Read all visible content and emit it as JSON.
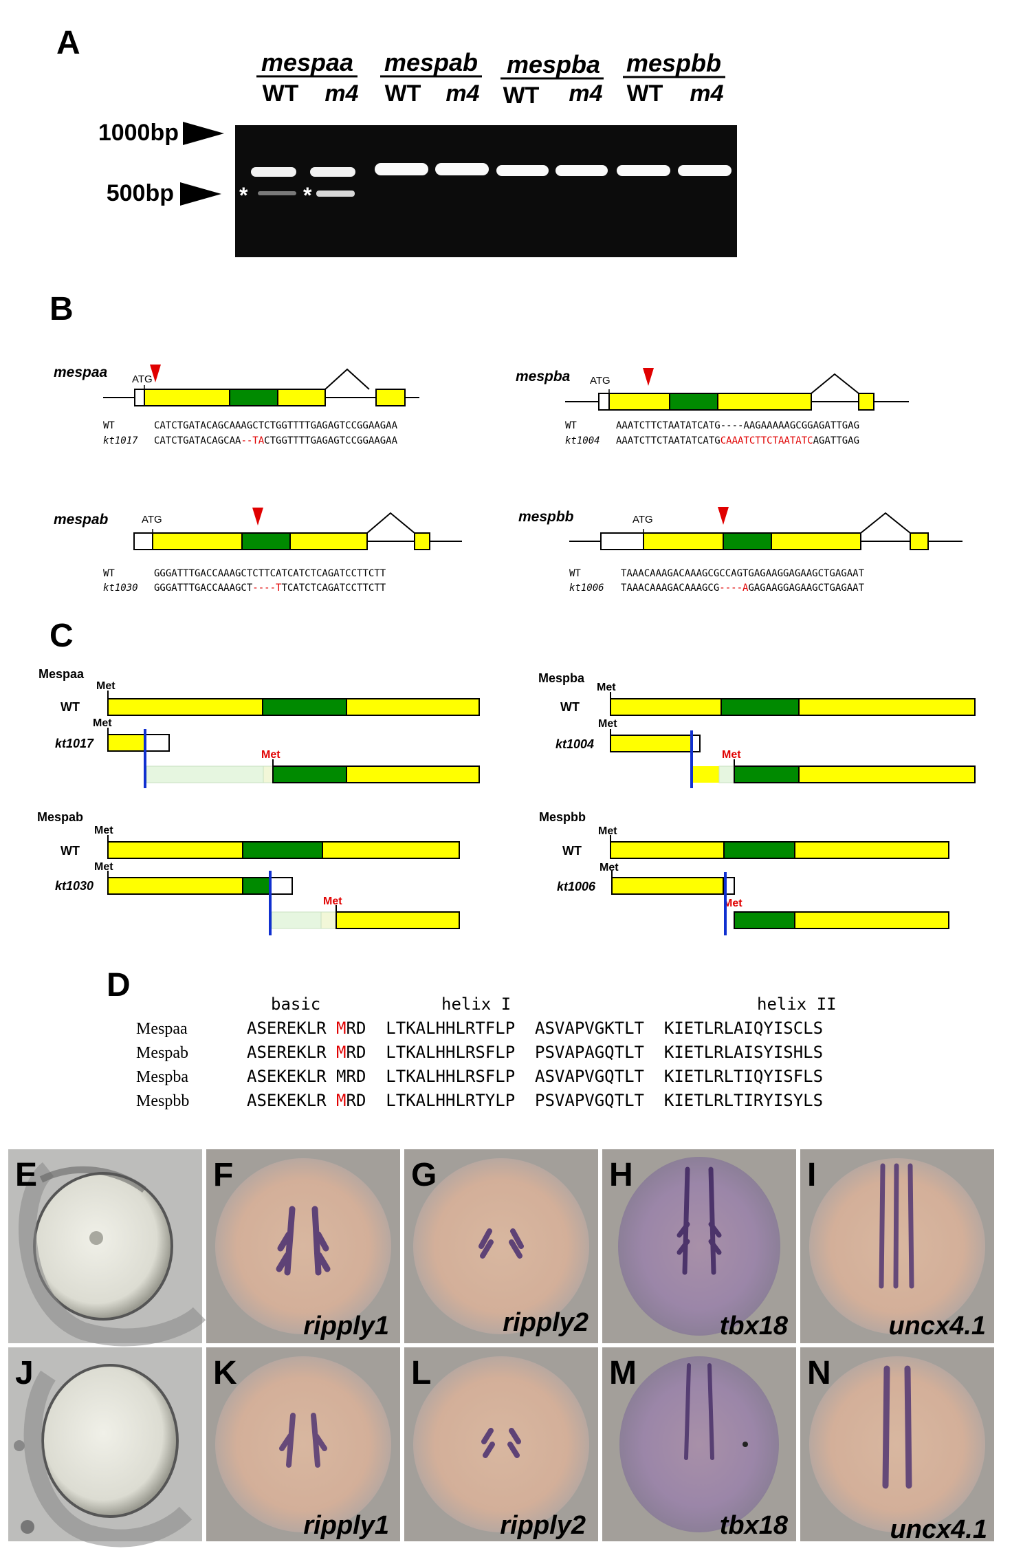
{
  "panels": {
    "A": {
      "letter": "A",
      "genes": [
        {
          "name": "mespaa",
          "lanes": [
            "WT",
            "m4"
          ]
        },
        {
          "name": "mespab",
          "lanes": [
            "WT",
            "m4"
          ]
        },
        {
          "name": "mespba",
          "lanes": [
            "WT",
            "m4"
          ]
        },
        {
          "name": "mespbb",
          "lanes": [
            "WT",
            "m4"
          ]
        }
      ],
      "markers": [
        "1000bp",
        "500bp"
      ],
      "asterisk": "*"
    },
    "B": {
      "letter": "B",
      "atg": "ATG",
      "wt_label": "WT",
      "genes": [
        {
          "gene": "mespaa",
          "allele": "kt1017",
          "wt_seq": "CATCTGATACAGCAAAGCTCTGGTTTTGAGAGTCCGGAAGAA",
          "mut": [
            {
              "t": "CATCTGATACAGCAA",
              "red": false
            },
            {
              "t": "--TA",
              "red": true
            },
            {
              "t": "CTGGTTTTGAGAGTCCGGAAGAA",
              "red": false
            }
          ]
        },
        {
          "gene": "mespba",
          "allele": "kt1004",
          "wt_seq": "AAATCTTCTAATATCATG----AAGAAAAAGCGGAGATTGAG",
          "mut": [
            {
              "t": "AAATCTTCTAATATCATG",
              "red": false
            },
            {
              "t": "CAAATCTTCTAATATC",
              "red": true
            },
            {
              "t": "AGATTGAG",
              "red": false
            }
          ]
        },
        {
          "gene": "mespab",
          "allele": "kt1030",
          "wt_seq": "GGGATTTGACCAAAGCTCTTCATCATCTCAGATCCTTCTT",
          "mut": [
            {
              "t": "GGGATTTGACCAAAGCT",
              "red": false
            },
            {
              "t": "----T",
              "red": true
            },
            {
              "t": "TCATCTCAGATCCTTCTT",
              "red": false
            }
          ]
        },
        {
          "gene": "mespbb",
          "allele": "kt1006",
          "wt_seq": "TAAACAAAGACAAAGCGCCAGTGAGAAGGAGAAGCTGAGAAT",
          "mut": [
            {
              "t": "TAAACAAAGACAAAGCG",
              "red": false
            },
            {
              "t": "----A",
              "red": true
            },
            {
              "t": "GAGAAGGAGAAGCTGAGAAT",
              "red": false
            }
          ]
        }
      ]
    },
    "C": {
      "letter": "C",
      "met": "Met",
      "wt_label": "WT",
      "proteins": [
        {
          "name": "Mespaa",
          "allele": "kt1017"
        },
        {
          "name": "Mespba",
          "allele": "kt1004"
        },
        {
          "name": "Mespab",
          "allele": "kt1030"
        },
        {
          "name": "Mespbb",
          "allele": "kt1006"
        }
      ]
    },
    "D": {
      "letter": "D",
      "headers": [
        "basic",
        "helix I",
        "helix II"
      ],
      "rows": [
        {
          "name": "Mespaa",
          "pre": "ASEREKLR ",
          "m": "M",
          "m_red": true,
          "post": "RD  LTKALHHLRTFLP  ASVAPVGKTLT  KIETLRLAIQYISCLS"
        },
        {
          "name": "Mespab",
          "pre": "ASEREKLR ",
          "m": "M",
          "m_red": true,
          "post": "RD  LTKALHHLRSFLP  PSVAPAGQTLT  KIETLRLAISYISHLS"
        },
        {
          "name": "Mespba",
          "pre": "ASEKEKLR ",
          "m": "M",
          "m_red": false,
          "post": "RD  LTKALHHLRSFLP  ASVAPVGQTLT  KIETLRLTIQYISFLS"
        },
        {
          "name": "Mespbb",
          "pre": "ASEKEKLR ",
          "m": "M",
          "m_red": true,
          "post": "RD  LTKALHHLRTYLP  PSVAPVGQTLT  KIETLRLTIRYISYLS"
        }
      ]
    },
    "images": [
      {
        "letter": "E",
        "caption": ""
      },
      {
        "letter": "F",
        "caption": "ripply1"
      },
      {
        "letter": "G",
        "caption": "ripply2"
      },
      {
        "letter": "H",
        "caption": "tbx18"
      },
      {
        "letter": "I",
        "caption": "uncx4.1"
      },
      {
        "letter": "J",
        "caption": ""
      },
      {
        "letter": "K",
        "caption": "ripply1"
      },
      {
        "letter": "L",
        "caption": "ripply2"
      },
      {
        "letter": "M",
        "caption": "tbx18"
      },
      {
        "letter": "N",
        "caption": "uncx4.1"
      }
    ]
  },
  "colors": {
    "yellow": "#ffff00",
    "green": "#008a00",
    "red": "#e00000",
    "blue": "#1030d0",
    "light_green": "#e6f6e0",
    "light_yellow": "#f2f7d8"
  }
}
